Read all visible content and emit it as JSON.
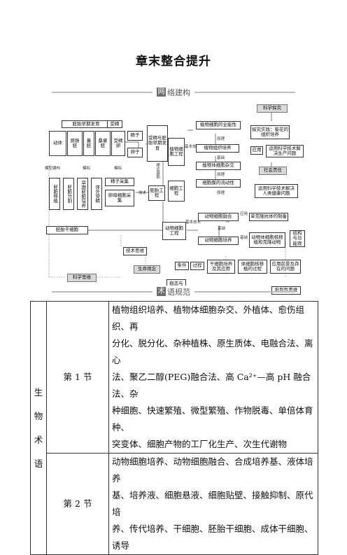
{
  "page_title": "章末整合提升",
  "sections": {
    "network": {
      "badge": "网",
      "rest": "络建构"
    },
    "terms": {
      "badge": "术",
      "rest": "语规范"
    }
  },
  "diagram": {
    "embryo_stages": "胚胎早期发育",
    "fertilization": "受精",
    "zygote": "合子",
    "stage_body": "动体",
    "stage_blastula": "原肠胚",
    "stage_cap": "囊胚",
    "stage_morula": "桑葚胚",
    "stage_egg": "受精卵",
    "sperm": "精子",
    "ovum": "卵子",
    "fertilize_dev": "受精与胚胎早期发育",
    "model_build": "模型建构",
    "model1": "模拟",
    "model2": "模拟",
    "embryo_transfer": "胚胎移植",
    "embryo_split": "胚胎分割",
    "early_culture": "早期胚胎培养",
    "ivf": "体外受精",
    "sperm_collect": "精子采集",
    "egg_collect": "卵母细胞采集",
    "tech": "技术",
    "embryo_eng": "胚胎工程",
    "esc": "胚胎干细胞",
    "theory_base": "理论基础",
    "plant_eng": "植物细胞工程",
    "totipotency": "植物细胞的全能性",
    "base_tech": "基本技术",
    "principle1": "原理",
    "tissue_culture": "植物组织培养",
    "basis1": "基础",
    "somatic_hybrid": "植物体细胞杂交",
    "principle2": "原理",
    "membrane_fluid": "细胞膜的流动性",
    "principle3": "原理",
    "cell_eng": "细胞工程",
    "animal_eng": "动物细胞工程",
    "base_tech2": "基本技术",
    "animal_fusion": "动物细胞融合",
    "application1": "应用",
    "mab": "单克隆抗体的制备",
    "basis2": "基础",
    "animal_culture": "动物细胞培养",
    "basis3": "基础",
    "nuclear_transfer": "动物体细胞核移植和克隆动物",
    "structure_func": "结构与功能观",
    "sci_inquiry": "科学探究",
    "practice": "探究实践：菊花的组织培养",
    "apply": "应用",
    "use_tech": "运用科学技术解决生产问题",
    "social_resp": "社会责任",
    "use_tech2": "运用科学技术解决人类健康问题",
    "tech_ethics": "技术思维",
    "life_concept": "生命观念",
    "condition": "条件",
    "process": "过程",
    "esc_app": "干细胞培养及其应用",
    "nt_principle": "体细胞核移植的过程",
    "prospect": "应用前景及存在的问题",
    "homeostasis": "稳态与平衡观",
    "sci_thinking": "科学思维",
    "critical": "批判性思维"
  },
  "table": {
    "category": "生物术语",
    "rows": [
      {
        "section": "第 1 节",
        "lines": [
          "植物组织培养、植物体细胞杂交、外植体、愈伤组织、再",
          "分化、脱分化、杂种植株、原生质体、电融合法、离心",
          "法、聚乙二醇(PEG)融合法、高 Ca²⁺—高 pH 融合法、杂",
          "种细胞、快速繁殖、微型繁殖、作物脱毒、单倍体育种、",
          "突变体、细胞产物的工厂化生产、次生代谢物"
        ]
      },
      {
        "section": "第 2 节",
        "lines": [
          "动物细胞培养、动物细胞融合、合成培养基、液体培养",
          "基、培养液、细胞悬液、细胞贴壁、接触抑制、原代培",
          "养、传代培养、干细胞、胚胎干细胞、成体干细胞、诱导"
        ]
      }
    ]
  }
}
